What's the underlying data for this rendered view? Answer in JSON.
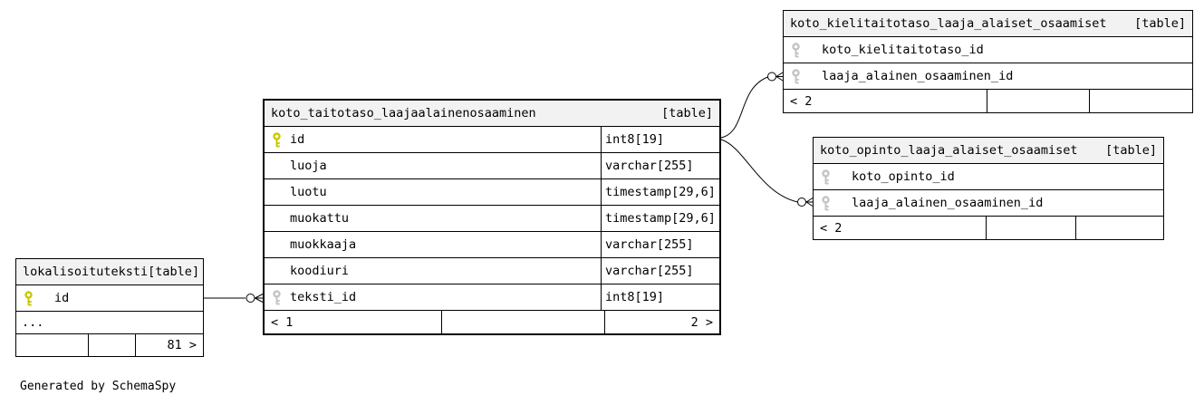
{
  "diagram": {
    "caption": "Generated by SchemaSpy",
    "colors": {
      "primary_key_icon": "#c9c900",
      "foreign_key_icon": "#c4c4c4",
      "header_background": "#f2f2f2",
      "border": "#000000",
      "background": "#ffffff"
    }
  },
  "tables": [
    {
      "name": "koto_taitotaso_laajaalainenosaaminen",
      "badge": "[table]",
      "columns": [
        {
          "name": "id",
          "type": "int8[19]",
          "key": "primary"
        },
        {
          "name": "luoja",
          "type": "varchar[255]",
          "key": ""
        },
        {
          "name": "luotu",
          "type": "timestamp[29,6]",
          "key": ""
        },
        {
          "name": "muokattu",
          "type": "timestamp[29,6]",
          "key": ""
        },
        {
          "name": "muokkaaja",
          "type": "varchar[255]",
          "key": ""
        },
        {
          "name": "koodiuri",
          "type": "varchar[255]",
          "key": ""
        },
        {
          "name": "teksti_id",
          "type": "int8[19]",
          "key": "foreign"
        }
      ],
      "footer": [
        "< 1",
        "",
        "2 >"
      ]
    },
    {
      "name": "koto_kielitaitotaso_laaja_alaiset_osaamiset",
      "badge": "[table]",
      "columns": [
        {
          "name": "koto_kielitaitotaso_id",
          "key": "foreign"
        },
        {
          "name": "laaja_alainen_osaaminen_id",
          "key": "foreign"
        }
      ],
      "footer": [
        "< 2",
        "",
        ""
      ]
    },
    {
      "name": "koto_opinto_laaja_alaiset_osaamiset",
      "badge": "[table]",
      "columns": [
        {
          "name": "koto_opinto_id",
          "key": "foreign"
        },
        {
          "name": "laaja_alainen_osaaminen_id",
          "key": "foreign"
        }
      ],
      "footer": [
        "< 2",
        "",
        ""
      ]
    },
    {
      "name": "lokalisoituteksti",
      "badge": "[table]",
      "columns": [
        {
          "name": "id",
          "key": "primary"
        },
        {
          "name": "...",
          "key": ""
        }
      ],
      "footer": [
        "",
        "",
        "81 >"
      ]
    }
  ],
  "relationships": [
    {
      "from": "koto_taitotaso_laajaalainenosaaminen.id",
      "to": "koto_kielitaitotaso_laaja_alaiset_osaamiset.laaja_alainen_osaaminen_id"
    },
    {
      "from": "koto_taitotaso_laajaalainenosaaminen.id",
      "to": "koto_opinto_laaja_alaiset_osaamiset.laaja_alainen_osaaminen_id"
    },
    {
      "from": "lokalisoituteksti.id",
      "to": "koto_taitotaso_laajaalainenosaaminen.teksti_id"
    }
  ]
}
